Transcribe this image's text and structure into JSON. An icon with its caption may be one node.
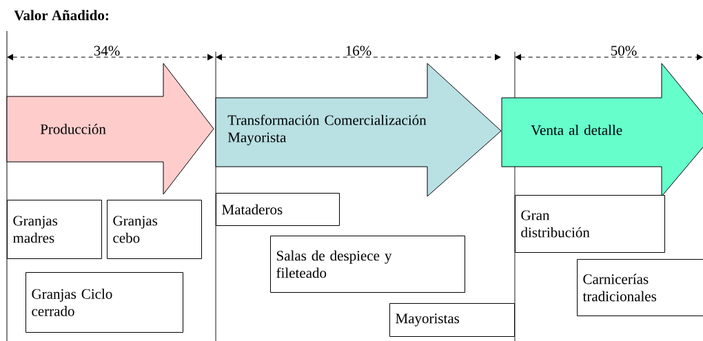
{
  "diagram": {
    "title": "Valor Añadido:",
    "nodes": [
      {
        "text": [
          "Producción"
        ]
      },
      {
        "text": [
          "Transformación Comercialización Mayorista"
        ]
      },
      {
        "text": [
          "Venta al detalle"
        ]
      },
      {
        "text": [
          "Granjas madres"
        ]
      },
      {
        "text": [
          "Granjas cebo"
        ]
      },
      {
        "text": [
          "Granjas Ciclo cerrado"
        ]
      },
      {
        "text": [
          "Mataderos"
        ]
      },
      {
        "text": [
          "Salas de despiece y fileteado"
        ]
      },
      {
        "text": [
          "Mayoristas"
        ]
      },
      {
        "text": [
          "Gran distribución"
        ]
      },
      {
        "text": [
          "Carnicerías tradicionales"
        ]
      }
    ],
    "labels": [
      "34%",
      "16%",
      "50%"
    ]
  }
}
